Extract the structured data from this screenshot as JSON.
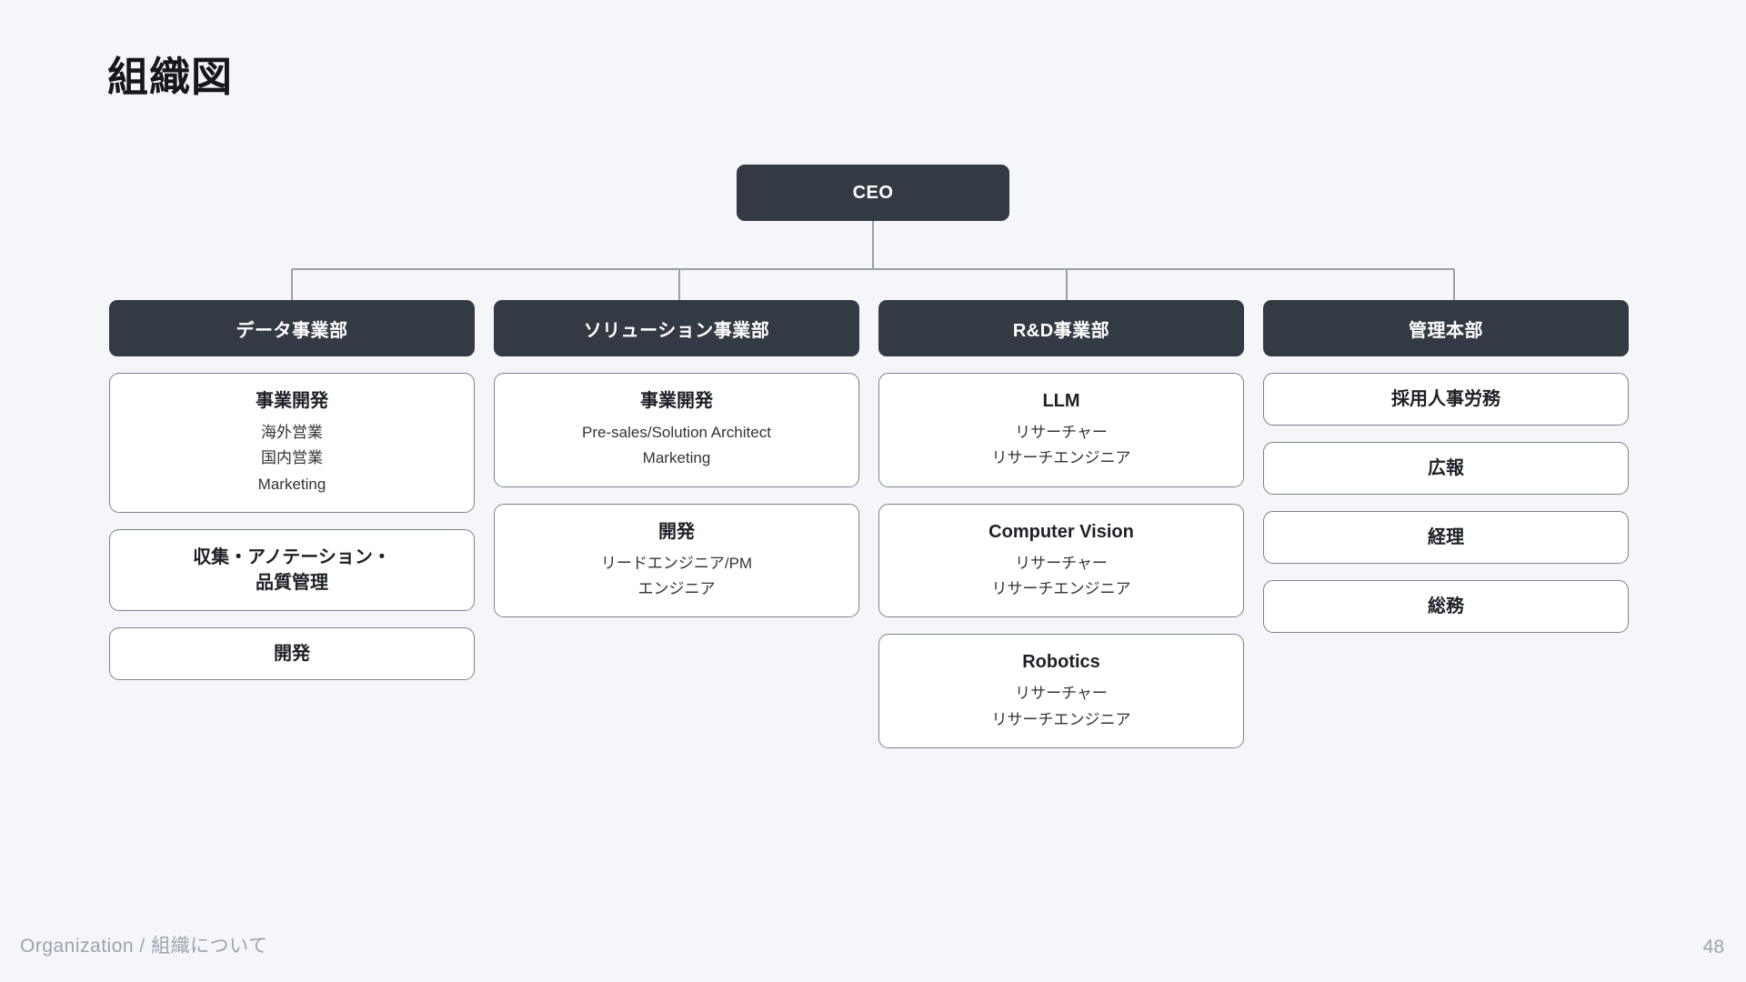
{
  "slide": {
    "title": "組織図",
    "background_color": "#f4f6fa",
    "accent_dark": "#343a43",
    "card_border_color": "#7c828c",
    "footer_text_color": "#9ca3ad"
  },
  "root": {
    "label": "CEO"
  },
  "columns": [
    {
      "header": "データ事業部",
      "cards": [
        {
          "title": "事業開発",
          "subs": [
            "海外営業",
            "国内営業",
            "Marketing"
          ]
        },
        {
          "title": "収集・アノテーション・\n品質管理",
          "title_line1": "収集・アノテーション・",
          "title_line2": "品質管理",
          "subs": []
        },
        {
          "title": "開発",
          "subs": []
        }
      ]
    },
    {
      "header": "ソリューション事業部",
      "cards": [
        {
          "title": "事業開発",
          "subs": [
            "Pre-sales/Solution Architect",
            "Marketing"
          ]
        },
        {
          "title": "開発",
          "subs": [
            "リードエンジニア/PM",
            "エンジニア"
          ]
        }
      ]
    },
    {
      "header": "R&D事業部",
      "cards": [
        {
          "title": "LLM",
          "subs": [
            "リサーチャー",
            "リサーチエンジニア"
          ]
        },
        {
          "title": "Computer Vision",
          "subs": [
            "リサーチャー",
            "リサーチエンジニア"
          ]
        },
        {
          "title": "Robotics",
          "subs": [
            "リサーチャー",
            "リサーチエンジニア"
          ]
        }
      ]
    },
    {
      "header": "管理本部",
      "cards": [
        {
          "title": "採用人事労務",
          "subs": []
        },
        {
          "title": "広報",
          "subs": []
        },
        {
          "title": "経理",
          "subs": []
        },
        {
          "title": "総務",
          "subs": []
        }
      ]
    }
  ],
  "footer": {
    "breadcrumb": "Organization / 組織について",
    "page_number": "48"
  }
}
